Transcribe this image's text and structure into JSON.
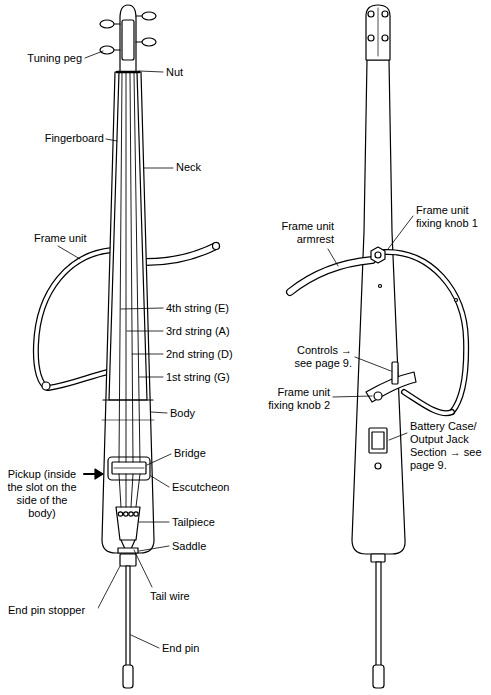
{
  "diagram": {
    "labels": [
      "Tuning peg",
      "Nut",
      "Fingerboard",
      "Neck",
      "Frame unit",
      "4th string (E)",
      "3rd string (A)",
      "2nd string (D)",
      "1st string (G)",
      "Body",
      "Bridge",
      "Pickup (inside the slot on the side of the body)",
      "Escutcheon",
      "Tailpiece",
      "Saddle",
      "Tail wire",
      "End pin stopper",
      "End pin",
      "Frame unit armrest",
      "Frame unit fixing knob 1",
      "Controls → see page 9.",
      "Frame unit fixing knob 2",
      "Battery Case/ Output Jack Section → see page 9."
    ]
  }
}
